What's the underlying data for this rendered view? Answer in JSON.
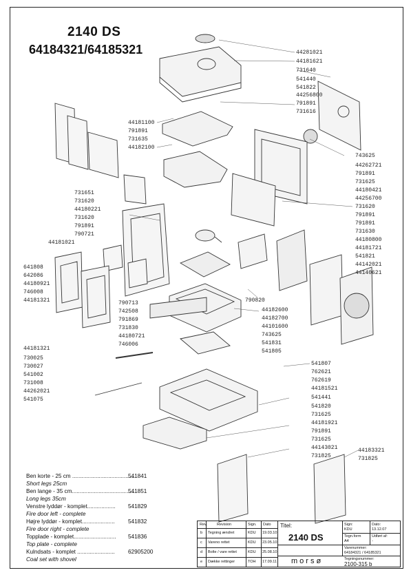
{
  "header": {
    "model": "2140 DS",
    "article_numbers": "64184321/64185321"
  },
  "right_labels": [
    "44281021",
    "44181621",
    "731640",
    "541440",
    "541822",
    "44256800",
    "791891",
    "731616",
    "743625",
    "44262721",
    "791891",
    "731625",
    "44180421",
    "44256700",
    "731620",
    "791891",
    "791891",
    "731630",
    "44180800",
    "44181721",
    "541821",
    "44142021",
    "44140621"
  ],
  "left_labels_upper": [
    "44181100",
    "791891",
    "731635",
    "44182100"
  ],
  "left_labels_mid": [
    "731651",
    "731620",
    "44180221",
    "731620",
    "791891",
    "790721",
    "44181021"
  ],
  "left_labels_door": [
    "641808",
    "642086",
    "44180921",
    "746008",
    "44181321"
  ],
  "center_labels": [
    "790713",
    "742508",
    "791869",
    "731830",
    "44180721",
    "746006",
    "790820",
    "44182600",
    "44182700",
    "44101600",
    "743625",
    "541831",
    "541805"
  ],
  "left_labels_low": [
    "44181321",
    "730025",
    "730027",
    "541002",
    "731008",
    "44262021",
    "541075"
  ],
  "lower_right_labels": [
    "541807",
    "762621",
    "762619",
    "44181521",
    "541441",
    "541820",
    "731625",
    "44181921",
    "791891",
    "731625",
    "44143021",
    "731825"
  ],
  "base_right_labels": [
    "44183321",
    "731825"
  ],
  "legend": [
    {
      "text": "Ben korte - 25 cm ........................................",
      "num": "541841",
      "italic": false
    },
    {
      "text": "Short legs 25cm",
      "num": "",
      "italic": true
    },
    {
      "text": "Ben lange - 35 cm........................................",
      "num": "541851",
      "italic": false
    },
    {
      "text": "Long legs 35cm",
      "num": "",
      "italic": true
    },
    {
      "text": "Venstre lyddør - komplet..................",
      "num": "541829",
      "italic": false
    },
    {
      "text": "Fire door left - complete",
      "num": "",
      "italic": true
    },
    {
      "text": "Højre lyddør - komplet.....................",
      "num": "541832",
      "italic": false
    },
    {
      "text": "Fire door right - complete",
      "num": "",
      "italic": true
    },
    {
      "text": "Topplade - komplet...........................",
      "num": "541836",
      "italic": false
    },
    {
      "text": "Top plate - complete",
      "num": "",
      "italic": true
    },
    {
      "text": "Kulndsats - komplet ........................",
      "num": "62905200",
      "italic": false
    },
    {
      "text": "Coal set with shovel",
      "num": "",
      "italic": true
    }
  ],
  "title_block": {
    "titel_label": "Titel:",
    "titel_value": "2140 DS",
    "sign_label": "Sign:",
    "sign_value": "KDU",
    "dato_label": "Dato:",
    "dato_value": "13.12.07",
    "tegnform_label": "Tegn.form",
    "tegnform_value": "A4",
    "udfort_label": "Udført af:",
    "udfort_value": "-",
    "varenummer_label": "Varenummer:",
    "varenummer_value": "64184321 / 64185321",
    "tegningsnummer_label": "Tegningsnummer:",
    "tegningsnummer_value": "2100-315 b",
    "brand": "morsø",
    "revision_header": [
      "Rev.",
      "Revision",
      "Sign.",
      "Dato"
    ],
    "revisions": [
      {
        "rev": "b",
        "text": "Tegning ændret",
        "sign": "KDU",
        "date": "19.03.10"
      },
      {
        "rev": "c",
        "text": "Vareno rettet",
        "sign": "KDU",
        "date": "23.05.10"
      },
      {
        "rev": "d",
        "text": "Bolte / vare rettet",
        "sign": "KDU",
        "date": "25.08.10"
      },
      {
        "rev": "e",
        "text": "Dække rettinger",
        "sign": "TOH",
        "date": "17.09.11"
      }
    ]
  }
}
